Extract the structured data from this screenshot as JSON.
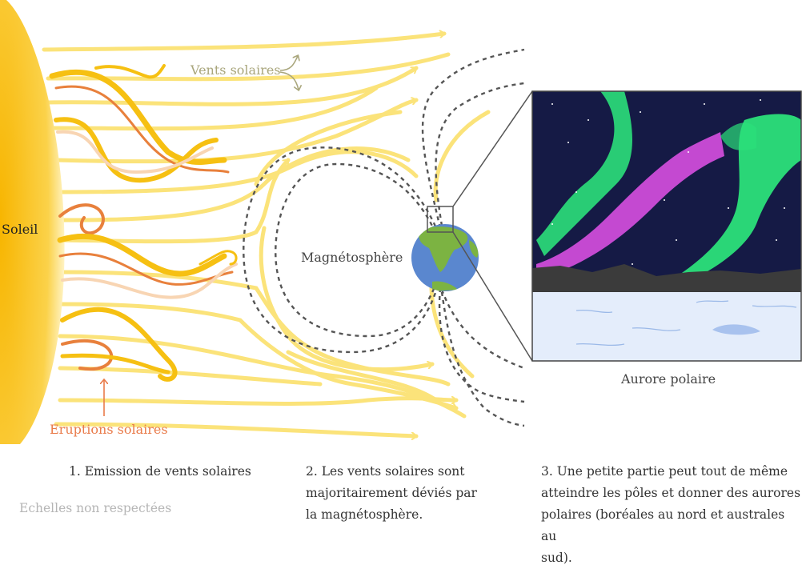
{
  "labels": {
    "sun": "Soleil",
    "solar_winds": "Vents solaires",
    "solar_flares": "Eruptions solaires",
    "magnetosphere": "Magnétosphère",
    "aurora": "Aurore polaire",
    "scale_note": "Echelles non respectées"
  },
  "captions": {
    "step1": "1. Emission de vents solaires",
    "step2": [
      "2. Les vents solaires sont",
      "majoritairement déviés par",
      "la magnétosphère."
    ],
    "step3": [
      "3. Une petite partie peut tout de même",
      "atteindre les pôles et donner des aurores",
      "polaires (boréales au nord et australes au",
      "sud)."
    ]
  },
  "colors": {
    "sun_core": "#f7b500",
    "sun_edge": "#fff3c2",
    "wind": "#fbe37a",
    "flare_yellow": "#f6c012",
    "flare_orange": "#e8803c",
    "field_line": "#555555",
    "ocean": "#5a87cf",
    "land": "#7cb342",
    "sky": "#151a45",
    "aurora_green": "#2be07a",
    "aurora_pink": "#d74fe0",
    "snow": "#e4edfb",
    "label_winds": "#a9a67c",
    "label_flares": "#e97b4a"
  }
}
